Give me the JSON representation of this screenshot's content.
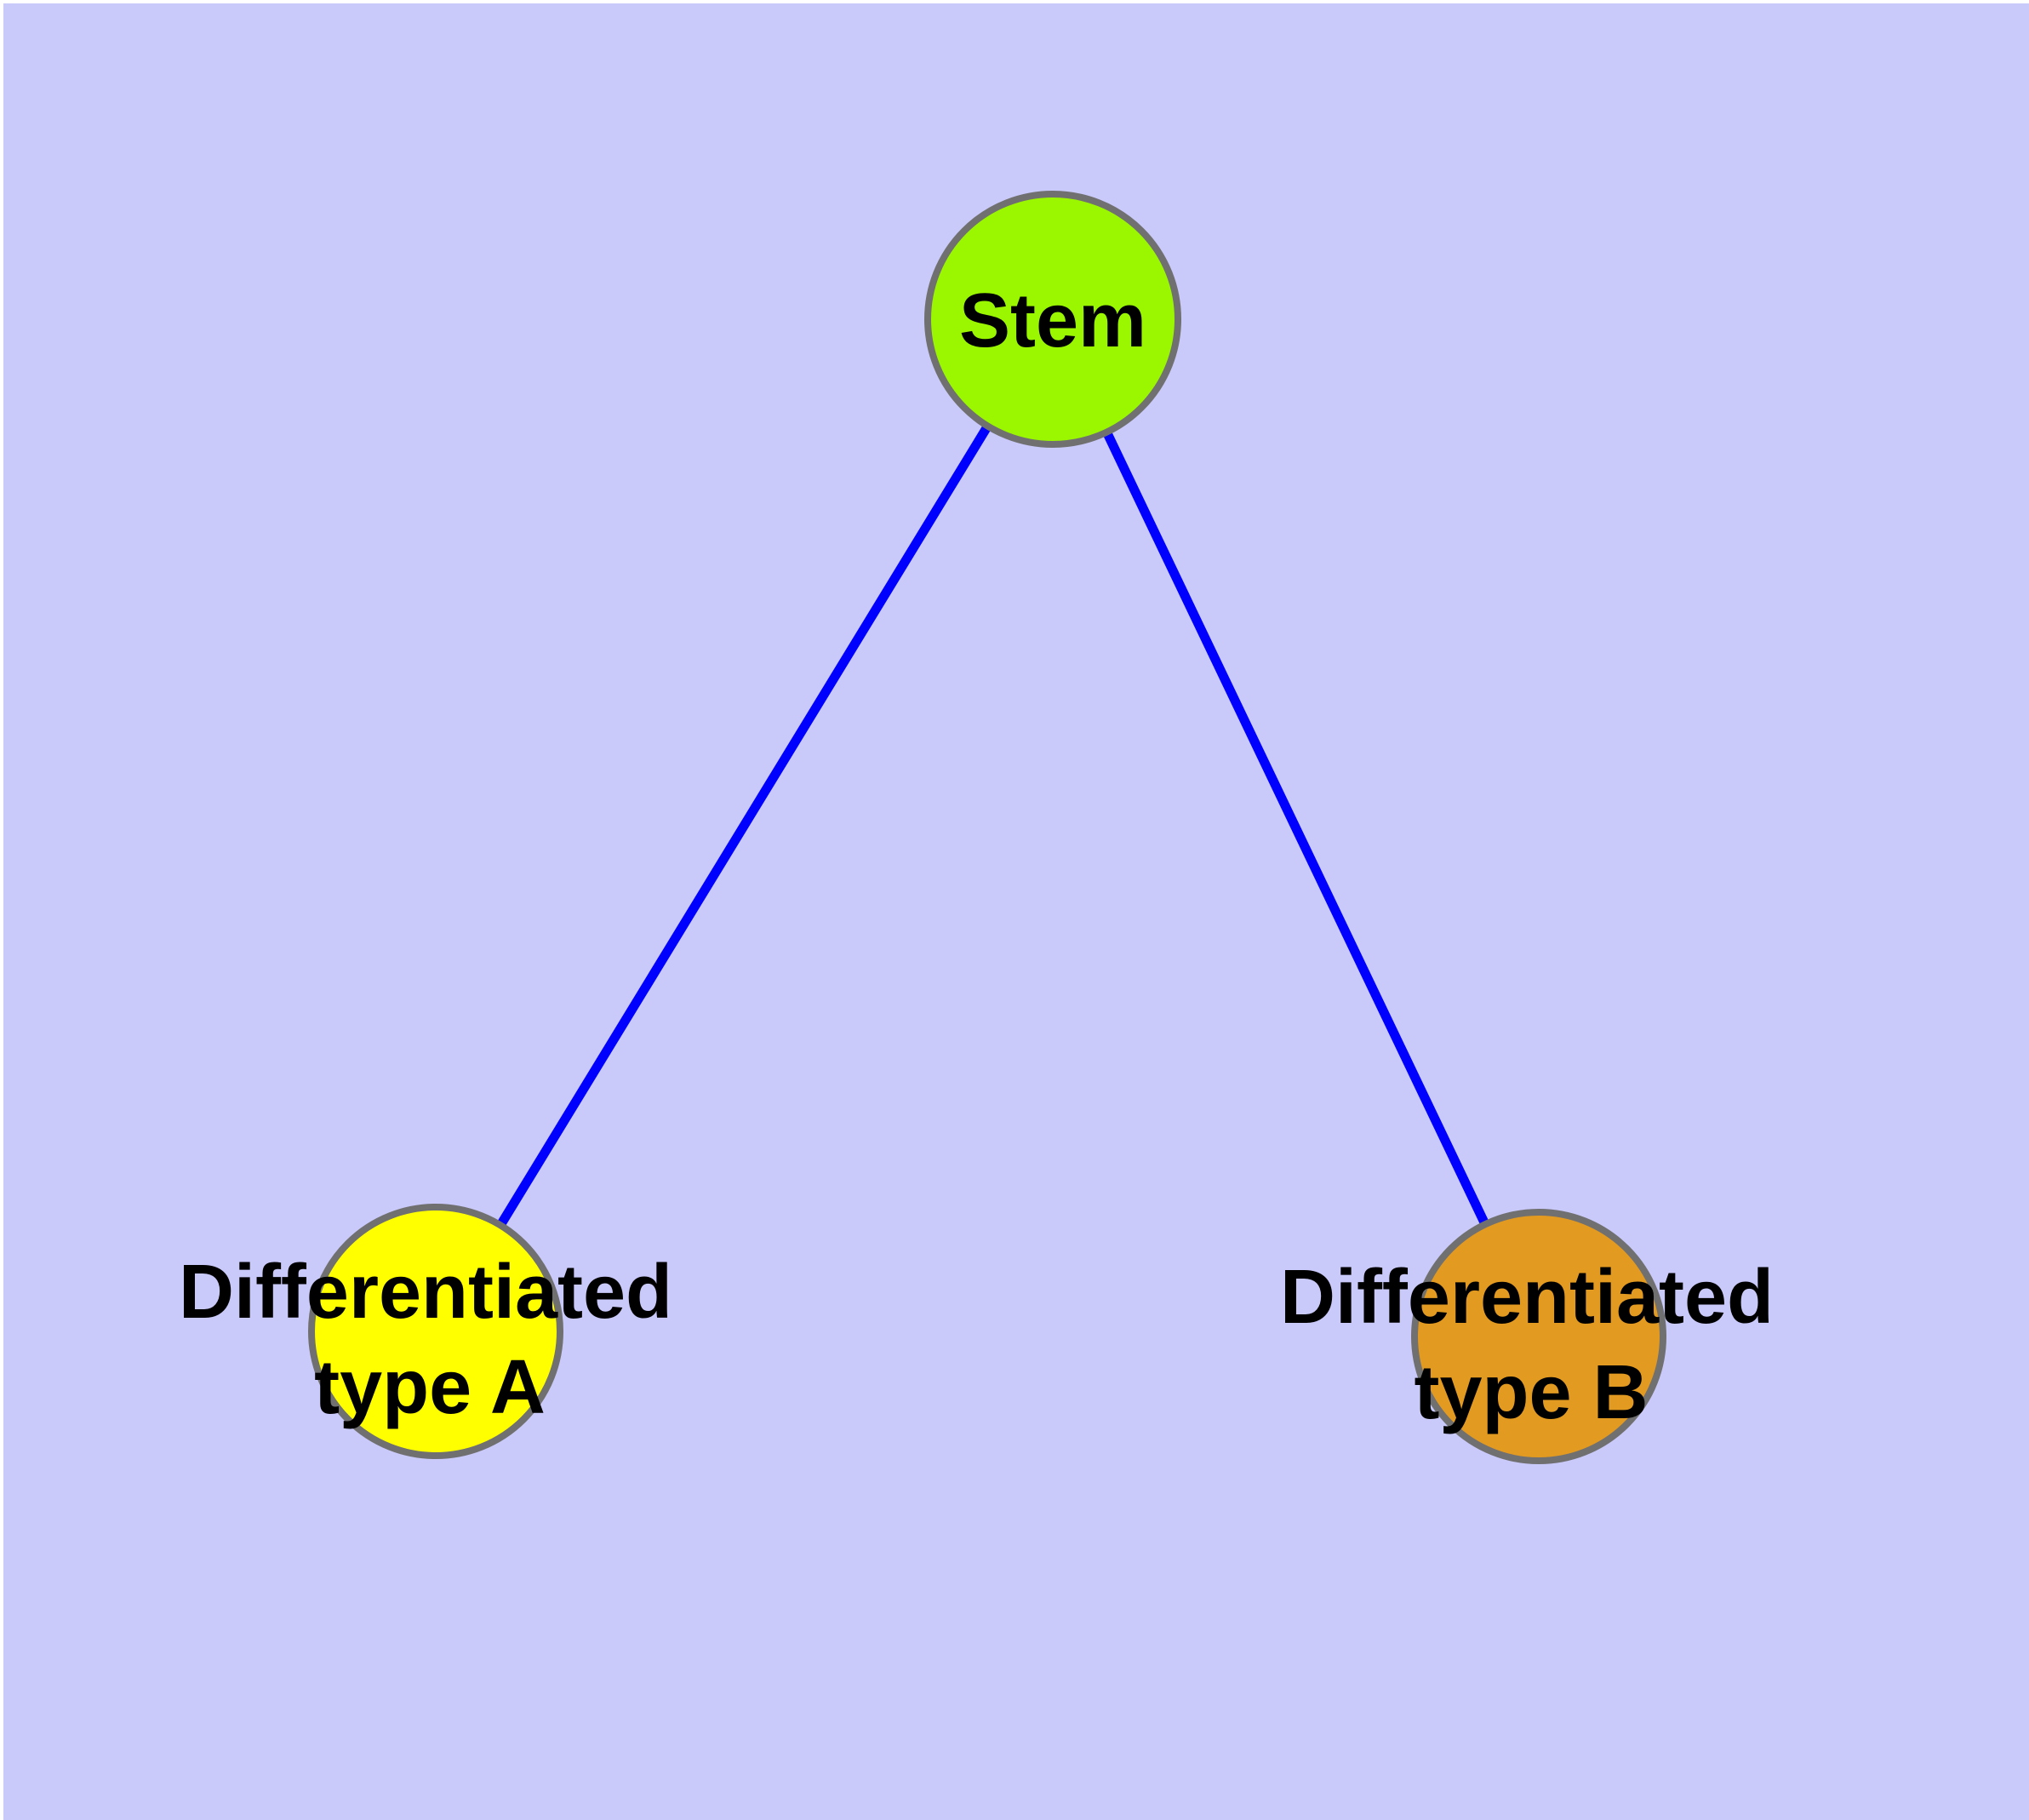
{
  "diagram": {
    "colors": {
      "page_margin": "#FFFFFF",
      "background": "#C9C9FA",
      "node_border": "#707070",
      "edge_line": "#0000FF",
      "label_text": "#000000"
    },
    "nodes": {
      "stem": {
        "label": "Stem",
        "fill": "#9AF700"
      },
      "type_a": {
        "label_line1": "Differentiated",
        "label_line2": "type A",
        "fill": "#FFFF00"
      },
      "type_b": {
        "label_line1": "Differentiated",
        "label_line2": "type B",
        "fill": "#E39A20"
      }
    },
    "edges": [
      {
        "from": "Stem",
        "to": "Differentiated type A"
      },
      {
        "from": "Stem",
        "to": "Differentiated type B"
      }
    ]
  }
}
